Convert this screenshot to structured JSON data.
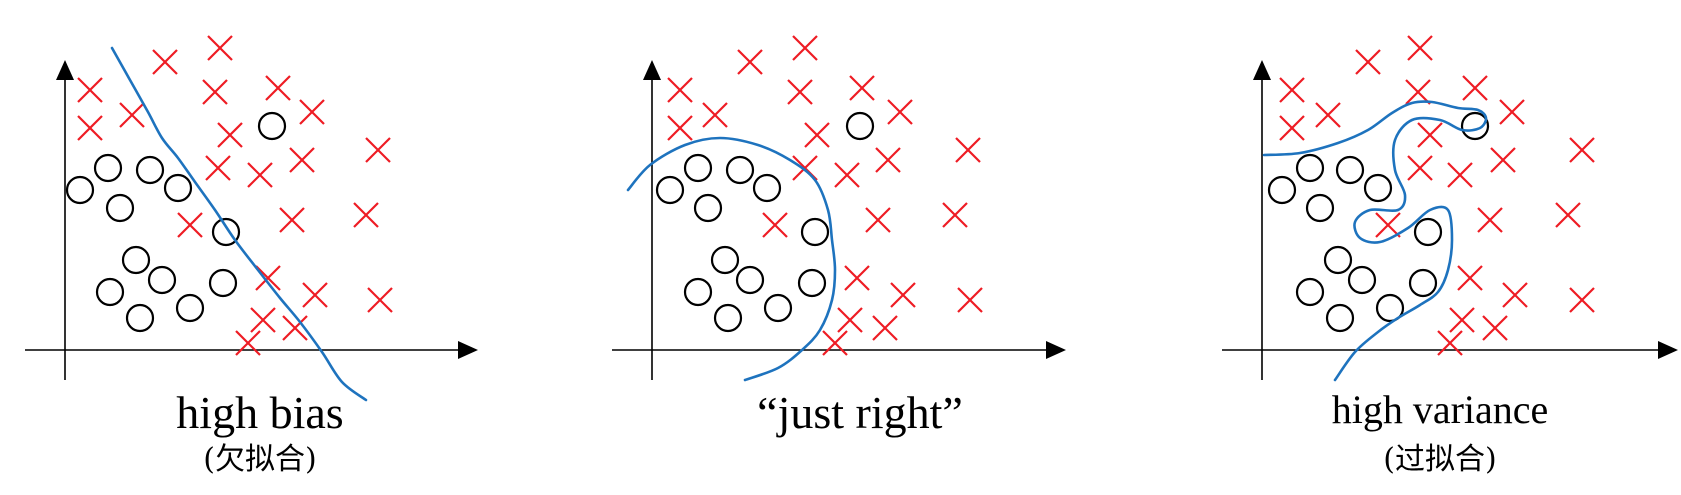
{
  "panels": [
    {
      "id": "high-bias",
      "caption": "high bias",
      "subcaption": "(欠拟合)",
      "x_marks": [
        [
          90,
          90
        ],
        [
          90,
          128
        ],
        [
          165,
          62
        ],
        [
          220,
          48
        ],
        [
          215,
          92
        ],
        [
          278,
          88
        ],
        [
          132,
          115
        ],
        [
          312,
          112
        ],
        [
          230,
          135
        ],
        [
          218,
          168
        ],
        [
          260,
          175
        ],
        [
          302,
          160
        ],
        [
          378,
          150
        ],
        [
          190,
          225
        ],
        [
          292,
          220
        ],
        [
          366,
          215
        ],
        [
          268,
          278
        ],
        [
          315,
          295
        ],
        [
          380,
          300
        ],
        [
          263,
          320
        ],
        [
          295,
          328
        ],
        [
          248,
          343
        ]
      ],
      "o_marks": [
        [
          80,
          190
        ],
        [
          108,
          168
        ],
        [
          150,
          170
        ],
        [
          178,
          188
        ],
        [
          120,
          208
        ],
        [
          226,
          232
        ],
        [
          272,
          126
        ],
        [
          136,
          260
        ],
        [
          162,
          280
        ],
        [
          110,
          292
        ],
        [
          140,
          318
        ],
        [
          190,
          308
        ],
        [
          223,
          283
        ]
      ],
      "boundary": [
        [
          112,
          48
        ],
        [
          130,
          80
        ],
        [
          148,
          112
        ],
        [
          162,
          138
        ],
        [
          178,
          158
        ],
        [
          195,
          182
        ],
        [
          215,
          210
        ],
        [
          235,
          240
        ],
        [
          258,
          270
        ],
        [
          280,
          298
        ],
        [
          300,
          322
        ],
        [
          322,
          352
        ],
        [
          342,
          382
        ],
        [
          366,
          400
        ]
      ]
    },
    {
      "id": "just-right",
      "caption": "“just right”",
      "subcaption": "",
      "x_marks": [
        [
          680,
          90
        ],
        [
          680,
          128
        ],
        [
          750,
          62
        ],
        [
          805,
          48
        ],
        [
          800,
          92
        ],
        [
          862,
          88
        ],
        [
          715,
          115
        ],
        [
          900,
          112
        ],
        [
          817,
          135
        ],
        [
          805,
          168
        ],
        [
          847,
          175
        ],
        [
          888,
          160
        ],
        [
          968,
          150
        ],
        [
          775,
          225
        ],
        [
          878,
          220
        ],
        [
          955,
          215
        ],
        [
          857,
          278
        ],
        [
          903,
          295
        ],
        [
          970,
          300
        ],
        [
          850,
          320
        ],
        [
          885,
          328
        ],
        [
          835,
          343
        ]
      ],
      "o_marks": [
        [
          670,
          190
        ],
        [
          698,
          168
        ],
        [
          740,
          170
        ],
        [
          767,
          188
        ],
        [
          708,
          208
        ],
        [
          815,
          232
        ],
        [
          860,
          126
        ],
        [
          725,
          260
        ],
        [
          750,
          280
        ],
        [
          698,
          292
        ],
        [
          728,
          318
        ],
        [
          778,
          308
        ],
        [
          812,
          283
        ]
      ],
      "boundary": [
        [
          628,
          190
        ],
        [
          650,
          165
        ],
        [
          685,
          145
        ],
        [
          720,
          138
        ],
        [
          758,
          145
        ],
        [
          790,
          160
        ],
        [
          815,
          180
        ],
        [
          828,
          210
        ],
        [
          832,
          240
        ],
        [
          835,
          270
        ],
        [
          832,
          300
        ],
        [
          820,
          330
        ],
        [
          802,
          350
        ],
        [
          778,
          368
        ],
        [
          745,
          380
        ]
      ]
    },
    {
      "id": "high-variance",
      "caption": "high variance",
      "subcaption": "(过拟合)",
      "x_marks": [
        [
          1292,
          90
        ],
        [
          1292,
          128
        ],
        [
          1368,
          62
        ],
        [
          1420,
          48
        ],
        [
          1418,
          92
        ],
        [
          1475,
          88
        ],
        [
          1328,
          115
        ],
        [
          1512,
          112
        ],
        [
          1430,
          135
        ],
        [
          1420,
          168
        ],
        [
          1460,
          175
        ],
        [
          1503,
          160
        ],
        [
          1582,
          150
        ],
        [
          1388,
          225
        ],
        [
          1490,
          220
        ],
        [
          1568,
          215
        ],
        [
          1470,
          278
        ],
        [
          1515,
          295
        ],
        [
          1582,
          300
        ],
        [
          1462,
          320
        ],
        [
          1495,
          328
        ],
        [
          1450,
          343
        ]
      ],
      "o_marks": [
        [
          1282,
          190
        ],
        [
          1310,
          168
        ],
        [
          1350,
          170
        ],
        [
          1378,
          188
        ],
        [
          1320,
          208
        ],
        [
          1428,
          232
        ],
        [
          1475,
          126
        ],
        [
          1338,
          260
        ],
        [
          1362,
          280
        ],
        [
          1310,
          292
        ],
        [
          1340,
          318
        ],
        [
          1390,
          308
        ],
        [
          1423,
          283
        ]
      ],
      "boundary": [
        [
          1264,
          155
        ],
        [
          1300,
          153
        ],
        [
          1338,
          143
        ],
        [
          1368,
          130
        ],
        [
          1392,
          113
        ],
        [
          1412,
          103
        ],
        [
          1432,
          102
        ],
        [
          1458,
          108
        ],
        [
          1478,
          110
        ],
        [
          1486,
          118
        ],
        [
          1480,
          128
        ],
        [
          1462,
          130
        ],
        [
          1440,
          120
        ],
        [
          1412,
          120
        ],
        [
          1395,
          140
        ],
        [
          1395,
          170
        ],
        [
          1405,
          195
        ],
        [
          1398,
          210
        ],
        [
          1370,
          210
        ],
        [
          1355,
          222
        ],
        [
          1360,
          238
        ],
        [
          1380,
          242
        ],
        [
          1408,
          228
        ],
        [
          1430,
          210
        ],
        [
          1448,
          210
        ],
        [
          1452,
          240
        ],
        [
          1448,
          270
        ],
        [
          1438,
          292
        ],
        [
          1420,
          305
        ],
        [
          1398,
          318
        ],
        [
          1378,
          332
        ],
        [
          1355,
          352
        ],
        [
          1335,
          380
        ]
      ]
    }
  ],
  "colors": {
    "x_mark": "#ee1c24",
    "o_mark": "#000000",
    "boundary": "#1e73be",
    "axis": "#000000"
  }
}
